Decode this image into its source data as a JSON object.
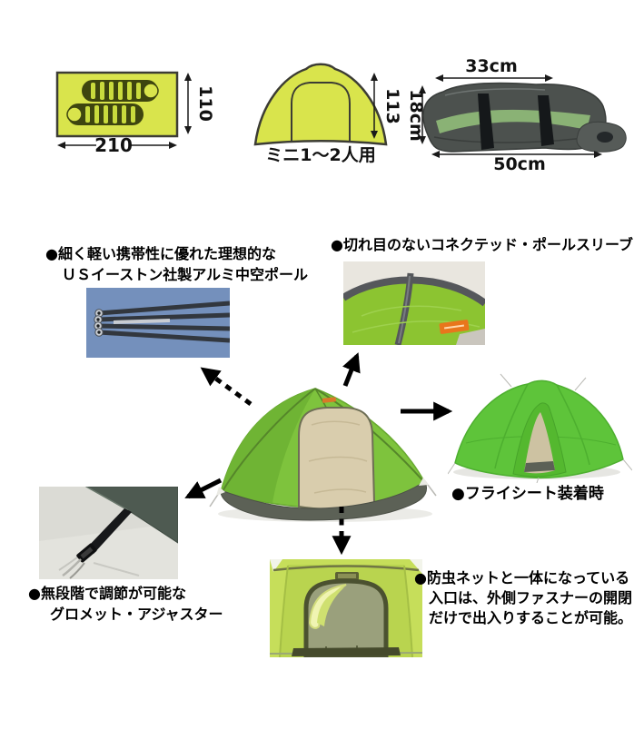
{
  "top_diagrams": {
    "floor_plan": {
      "width": "210",
      "depth": "110"
    },
    "front_view": {
      "height": "113",
      "caption": "ミニ1～2人用"
    },
    "packed_bag": {
      "width_top": "33cm",
      "height": "18cm",
      "width_bottom": "50cm"
    }
  },
  "annotations": {
    "poles": {
      "line1": "●細く軽い携帯性に優れた理想的な",
      "line2": "ＵＳイーストン社製アルミ中空ポール"
    },
    "pole_sleeve": {
      "line1": "●切れ目のないコネクテッド・ポールスリーブ"
    },
    "flysheet": {
      "caption": "●フライシート装着時"
    },
    "grommet": {
      "line1": "●無段階で調節が可能な",
      "line2": "グロメット・アジャスター"
    },
    "entrance": {
      "line1": "●防虫ネットと一体になっている",
      "line2": "入口は、外側ファスナーの開閉",
      "line3": "だけで出入りすることが可能。"
    }
  },
  "colors": {
    "diagram_fill": "#d9e44c",
    "diagram_stroke": "#3c3c34",
    "tent_green": "#7ec33d",
    "fly_green": "#5ec43a",
    "sleeve_green": "#8cc431",
    "entrance_green": "#c6de5a",
    "base_gray": "#5c6156",
    "door_beige": "#d9cdad",
    "poles_bg": "#7490bc",
    "logo_orange": "#e8761c",
    "text_black": "#000000"
  }
}
